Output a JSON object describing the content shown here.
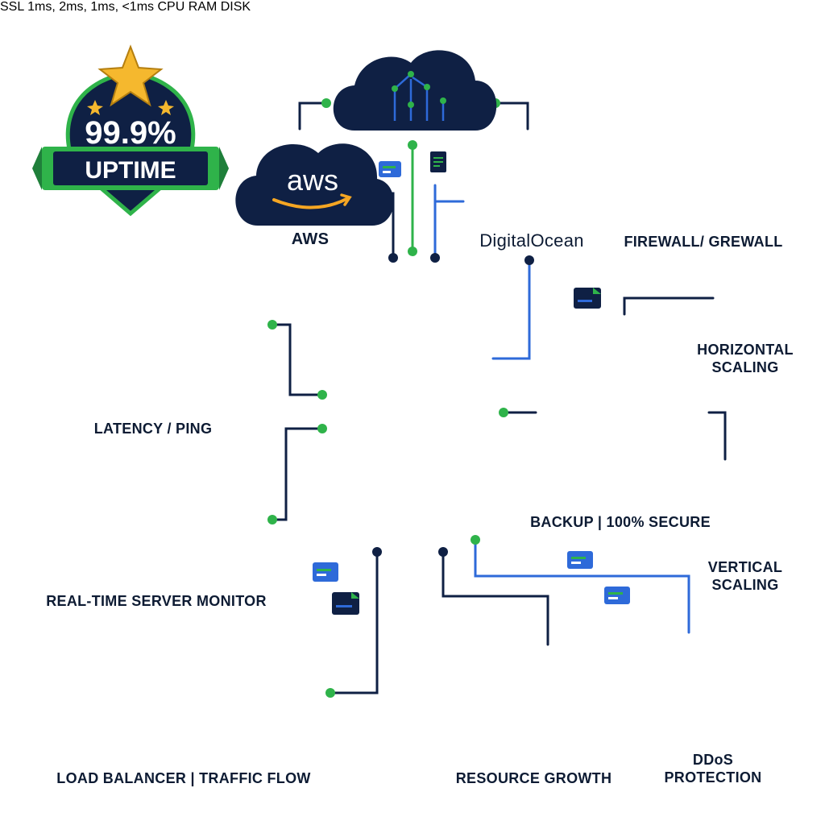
{
  "uptime": {
    "value": "99.9%",
    "label": "UPTIME"
  },
  "clouds": {
    "aws": {
      "logo": "aws",
      "label": "AWS"
    },
    "digitalocean": {
      "label": "DigitalOcean"
    }
  },
  "security": {
    "badge": "SSL",
    "label": "FIREWALL/ GREWALL"
  },
  "latency": {
    "readout": "1ms,  2ms,  1ms,  <1ms",
    "label": "LATENCY / PING"
  },
  "monitor": {
    "label": "REAL-TIME SERVER MONITOR"
  },
  "scaling": {
    "horizontal_line1": "HORIZONTAL",
    "horizontal_line2": "SCALING",
    "vertical_line1": "VERTICAL",
    "vertical_line2": "SCALING"
  },
  "backup": {
    "label": "BACKUP | 100% SECURE"
  },
  "load_balancer": {
    "label": "LOAD BALANCER | TRAFFIC FLOW"
  },
  "resources": {
    "cpu": "CPU",
    "ram": "RAM",
    "disk": "DISK",
    "label": "RESOURCE GROWTH"
  },
  "ddos": {
    "line1": "DDoS",
    "line2": "PROTECTION"
  },
  "colors": {
    "navy": "#0f2044",
    "green": "#2fb34a",
    "blue": "#2e6ad9",
    "gold": "#f5b82e"
  }
}
